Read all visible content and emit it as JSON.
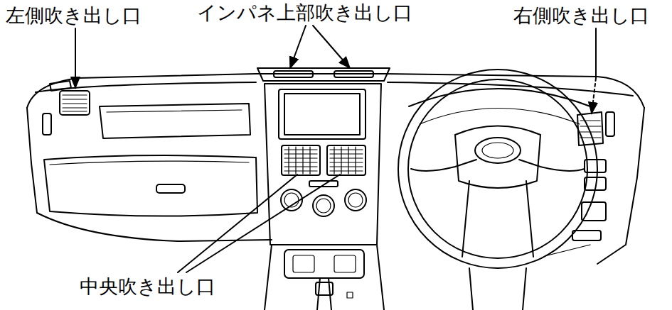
{
  "diagram": {
    "labels": [
      "左側吹き出し口",
      "インパネ上部吹き出し口",
      "右側吹き出し口",
      "中央吹き出し口"
    ]
  }
}
